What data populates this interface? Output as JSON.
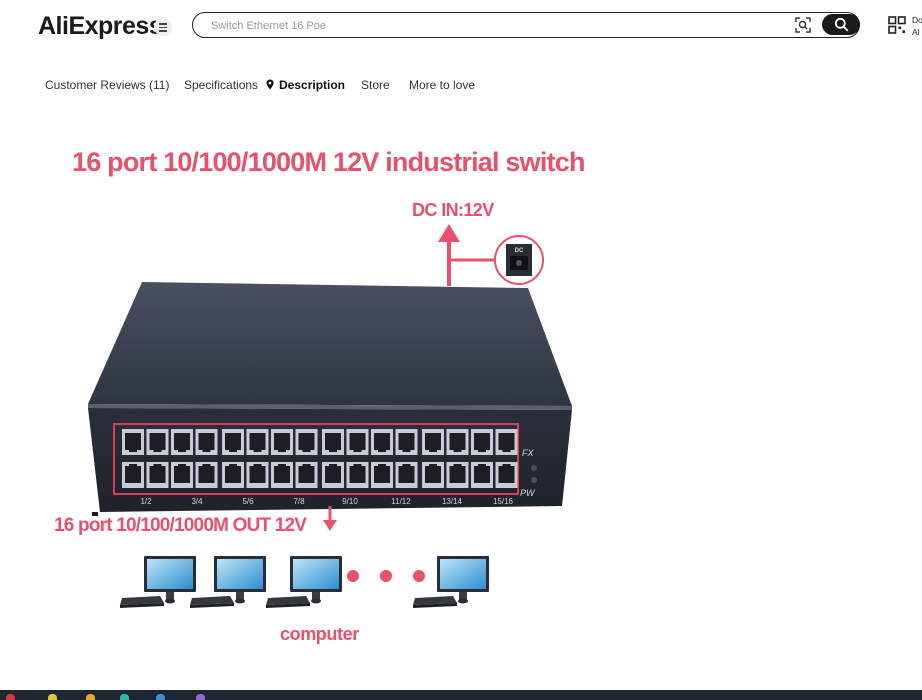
{
  "header": {
    "logo": "AliExpress",
    "search": {
      "placeholder": "Switch Ethernet 16 Poe"
    },
    "download": {
      "line1": "Do",
      "line2": "Al"
    }
  },
  "tabs": [
    {
      "label": "Customer Reviews (11)"
    },
    {
      "label": "Specifications"
    },
    {
      "label": "Description"
    },
    {
      "label": "Store"
    },
    {
      "label": "More to love"
    }
  ],
  "product_image": {
    "title": "16 port 10/100/1000M 12V industrial switch",
    "dc_label": "DC IN:12V",
    "dc_port_label": "DC",
    "out_label": "16 port 10/100/1000M OUT 12V",
    "port_labels": [
      "1/2",
      "3/4",
      "5/6",
      "7/8",
      "9/10",
      "11/12",
      "13/14",
      "15/16"
    ],
    "fx_label": "FX",
    "pw_label": "PW",
    "computer_label": "computer"
  },
  "colors": {
    "accent_pink": "#e8506b",
    "switch_body": "#3c4150",
    "logo_star": "#f5a623"
  }
}
